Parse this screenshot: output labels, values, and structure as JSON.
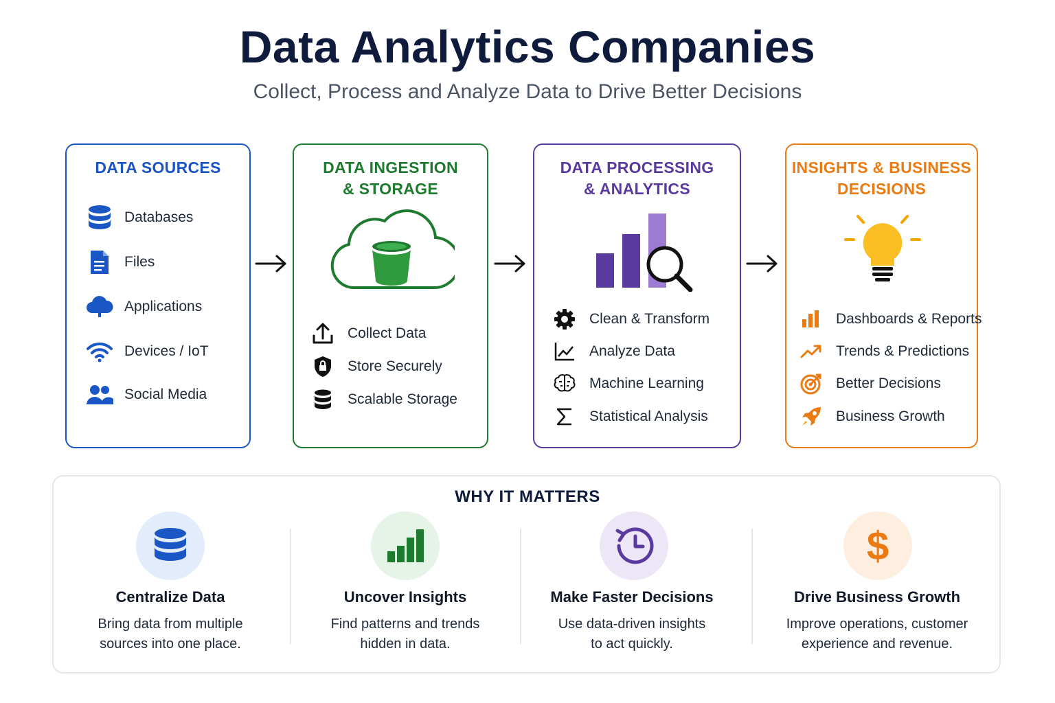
{
  "title": "Data Analytics Companies",
  "subtitle": "Collect, Process and Analyze Data to Drive Better Decisions",
  "colors": {
    "blue": "#1a56c4",
    "green": "#1e7a2e",
    "purple": "#5b3aa0",
    "orange": "#ea7a12",
    "navy": "#0f1b3d"
  },
  "stages": [
    {
      "title_line1": "DATA SOURCES",
      "title_line2": "",
      "items": [
        {
          "icon": "database-icon",
          "label": "Databases"
        },
        {
          "icon": "file-icon",
          "label": "Files"
        },
        {
          "icon": "cloud-icon",
          "label": "Applications"
        },
        {
          "icon": "wifi-icon",
          "label": "Devices / IoT"
        },
        {
          "icon": "users-icon",
          "label": "Social Media"
        }
      ]
    },
    {
      "title_line1": "DATA INGESTION",
      "title_line2": "& STORAGE",
      "illustration": "cloud-bucket-icon",
      "items": [
        {
          "icon": "upload-icon",
          "label": "Collect Data"
        },
        {
          "icon": "shield-lock-icon",
          "label": "Store Securely"
        },
        {
          "icon": "database-icon",
          "label": "Scalable Storage"
        }
      ]
    },
    {
      "title_line1": "DATA PROCESSING",
      "title_line2": "& ANALYTICS",
      "illustration": "bar-chart-magnifier-icon",
      "items": [
        {
          "icon": "gear-icon",
          "label": "Clean & Transform"
        },
        {
          "icon": "line-chart-icon",
          "label": "Analyze Data"
        },
        {
          "icon": "brain-icon",
          "label": "Machine Learning"
        },
        {
          "icon": "sigma-icon",
          "label": "Statistical Analysis"
        }
      ]
    },
    {
      "title_line1": "INSIGHTS & BUSINESS",
      "title_line2": "DECISIONS",
      "illustration": "lightbulb-icon",
      "items": [
        {
          "icon": "bar-chart-icon",
          "label": "Dashboards & Reports"
        },
        {
          "icon": "trend-up-icon",
          "label": "Trends & Predictions"
        },
        {
          "icon": "target-icon",
          "label": "Better Decisions"
        },
        {
          "icon": "rocket-icon",
          "label": "Business Growth"
        }
      ]
    }
  ],
  "why": {
    "title": "WHY IT MATTERS",
    "items": [
      {
        "icon": "database-icon",
        "title": "Centralize Data",
        "desc_line1": "Bring data from multiple",
        "desc_line2": "sources into one place."
      },
      {
        "icon": "bar-chart-icon",
        "title": "Uncover Insights",
        "desc_line1": "Find patterns and trends",
        "desc_line2": "hidden in data."
      },
      {
        "icon": "clock-history-icon",
        "title": "Make Faster Decisions",
        "desc_line1": "Use data-driven insights",
        "desc_line2": "to act quickly."
      },
      {
        "icon": "dollar-icon",
        "title": "Drive Business Growth",
        "desc_line1": "Improve operations, customer",
        "desc_line2": "experience and revenue."
      }
    ]
  }
}
